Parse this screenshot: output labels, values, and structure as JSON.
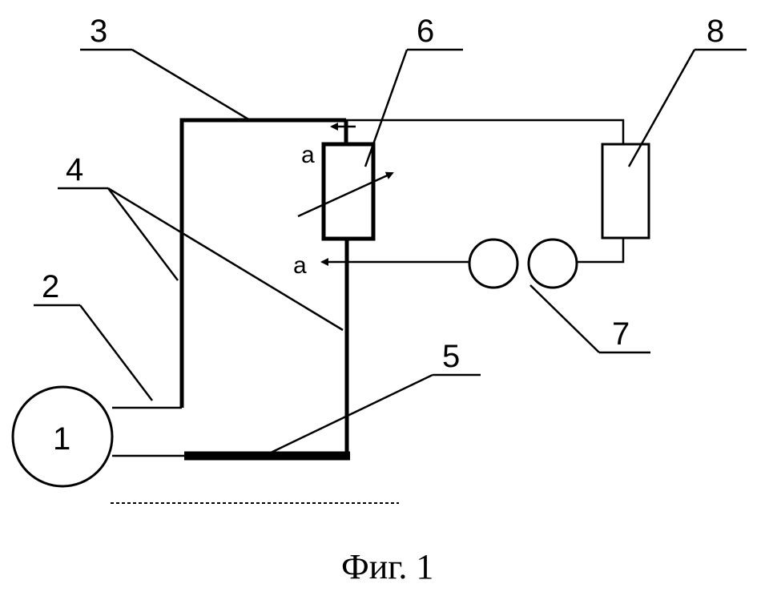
{
  "labels": {
    "n1": "1",
    "n2": "2",
    "n3": "3",
    "n4": "4",
    "n5": "5",
    "n6": "6",
    "n7": "7",
    "n8": "8",
    "a_top": "а",
    "a_bottom": "а"
  },
  "caption": "Фиг. 1"
}
